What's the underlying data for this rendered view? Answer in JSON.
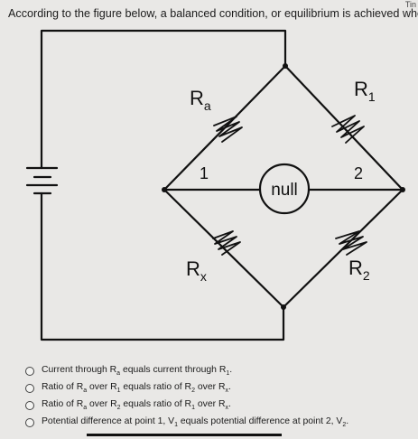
{
  "corner_text": "Tin",
  "question": "According to the figure below, a balanced condition, or equilibrium is achieved when",
  "figure": {
    "Ra": {
      "main": "R",
      "sub": "a"
    },
    "R1": {
      "main": "R",
      "sub": "1"
    },
    "Rx": {
      "main": "R",
      "sub": "x"
    },
    "R2": {
      "main": "R",
      "sub": "2"
    },
    "point1": "1",
    "point2": "2",
    "null_label": "null"
  },
  "choices": [
    {
      "parts": [
        "Current through R",
        "a",
        " equals current through R",
        "1",
        "."
      ]
    },
    {
      "parts": [
        "Ratio of R",
        "a",
        " over R",
        "1",
        " equals ratio of R",
        "2",
        " over R",
        "x",
        "."
      ]
    },
    {
      "parts": [
        "Ratio of R",
        "a",
        " over R",
        "2",
        " equals ratio of R",
        "1",
        " over R",
        "x",
        "."
      ]
    },
    {
      "parts": [
        "Potential difference at point 1, V",
        "1",
        " equals potential difference at point 2, V",
        "2",
        "."
      ]
    }
  ]
}
